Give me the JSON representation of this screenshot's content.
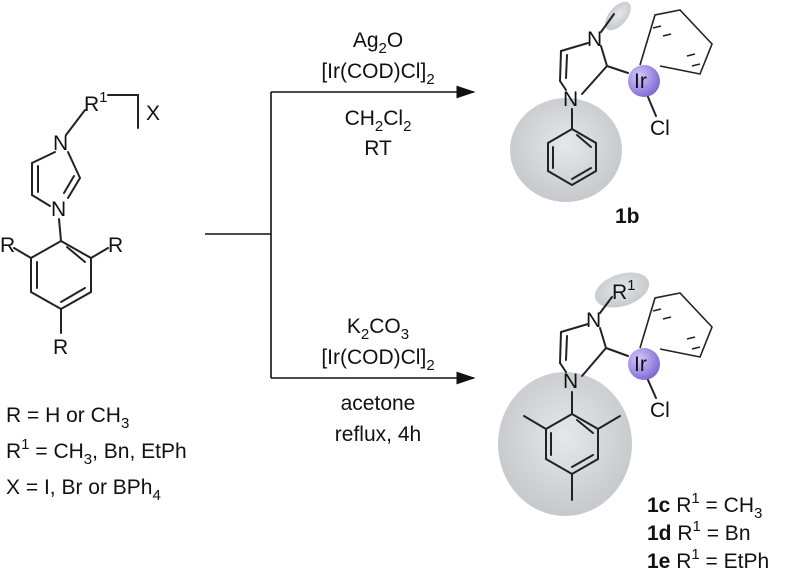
{
  "atoms": {
    "N": "N",
    "R1": "R",
    "sup1": "1",
    "X": "X",
    "R": "R",
    "Ir": "Ir",
    "Cl": "Cl"
  },
  "definitions": {
    "R": [
      "R = H or CH",
      "3"
    ],
    "R1": [
      "R",
      "1",
      " = CH",
      "3",
      ", Bn, EtPh"
    ],
    "X": [
      "X = I, Br or BPh",
      "4"
    ]
  },
  "top_conditions": {
    "line1": [
      "Ag",
      "2",
      "O"
    ],
    "line2": [
      "[Ir(COD)Cl]",
      "2"
    ],
    "line3": [
      "CH",
      "2",
      "Cl",
      "2"
    ],
    "line4": "RT"
  },
  "bottom_conditions": {
    "line1": [
      "K",
      "2",
      "CO",
      "3"
    ],
    "line2": [
      "[Ir(COD)Cl]",
      "2"
    ],
    "line3": "acetone",
    "line4": "reflux, 4h"
  },
  "products": {
    "top_label": "1b",
    "list": [
      {
        "id": "1c",
        "text": [
          "R",
          "1",
          " = CH",
          "3"
        ]
      },
      {
        "id": "1d",
        "text": [
          "R",
          "1",
          " =  Bn"
        ]
      },
      {
        "id": "1e",
        "text": [
          "R",
          "1",
          " = EtPh"
        ]
      }
    ]
  },
  "colors": {
    "ir_center": "#8f7ad8",
    "ellipse_fill": "#cfd0d3",
    "ellipse_edge": "#e8e9eb",
    "line": "#222222"
  }
}
